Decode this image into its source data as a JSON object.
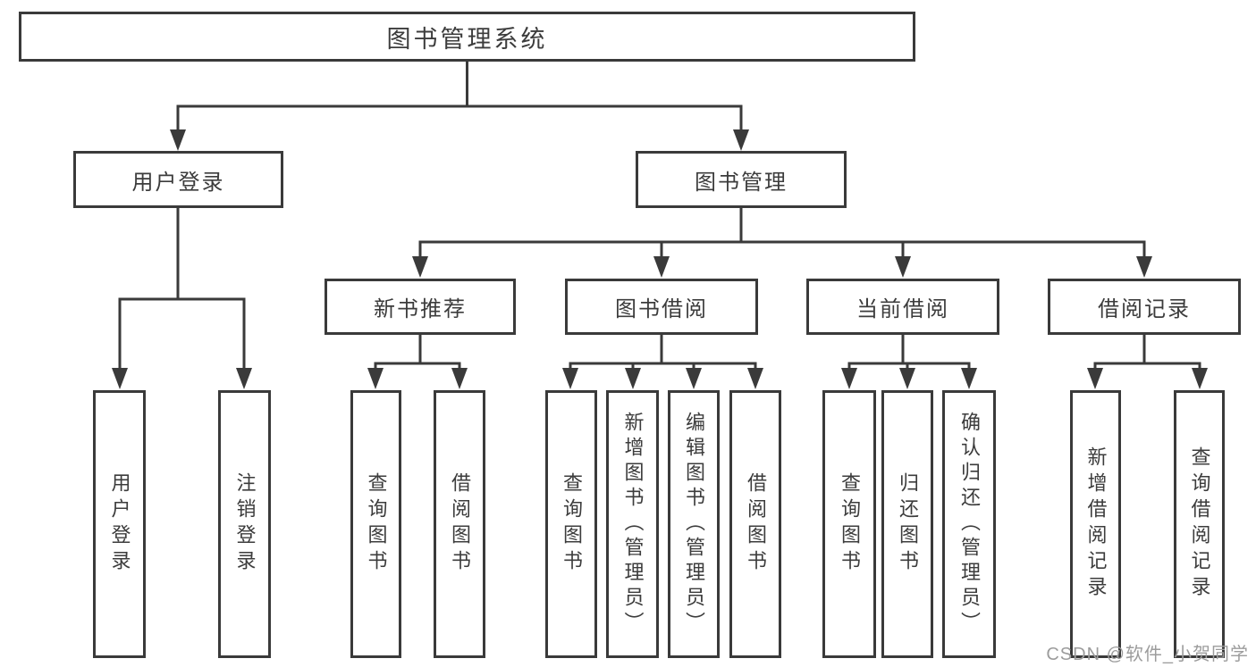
{
  "diagram": {
    "root": {
      "label": "图书管理系统",
      "children": [
        {
          "label": "用户登录",
          "children": [
            {
              "label": "用户登录"
            },
            {
              "label": "注销登录"
            }
          ]
        },
        {
          "label": "图书管理",
          "children": [
            {
              "label": "新书推荐",
              "children": [
                {
                  "label": "查询图书"
                },
                {
                  "label": "借阅图书"
                }
              ]
            },
            {
              "label": "图书借阅",
              "children": [
                {
                  "label": "查询图书"
                },
                {
                  "label": "新增图书（管理员）"
                },
                {
                  "label": "编辑图书（管理员）"
                },
                {
                  "label": "借阅图书"
                }
              ]
            },
            {
              "label": "当前借阅",
              "children": [
                {
                  "label": "查询图书"
                },
                {
                  "label": "归还图书"
                },
                {
                  "label": "确认归还（管理员）"
                }
              ]
            },
            {
              "label": "借阅记录",
              "children": [
                {
                  "label": "新增借阅记录"
                },
                {
                  "label": "查询借阅记录"
                }
              ]
            }
          ]
        }
      ]
    }
  },
  "watermark": {
    "text": "CSDN @软件_小贺同学"
  },
  "colors": {
    "line": "#3a3a3a",
    "text": "#3c3c3c",
    "watermark": "#9c9c9c",
    "background": "#ffffff"
  }
}
